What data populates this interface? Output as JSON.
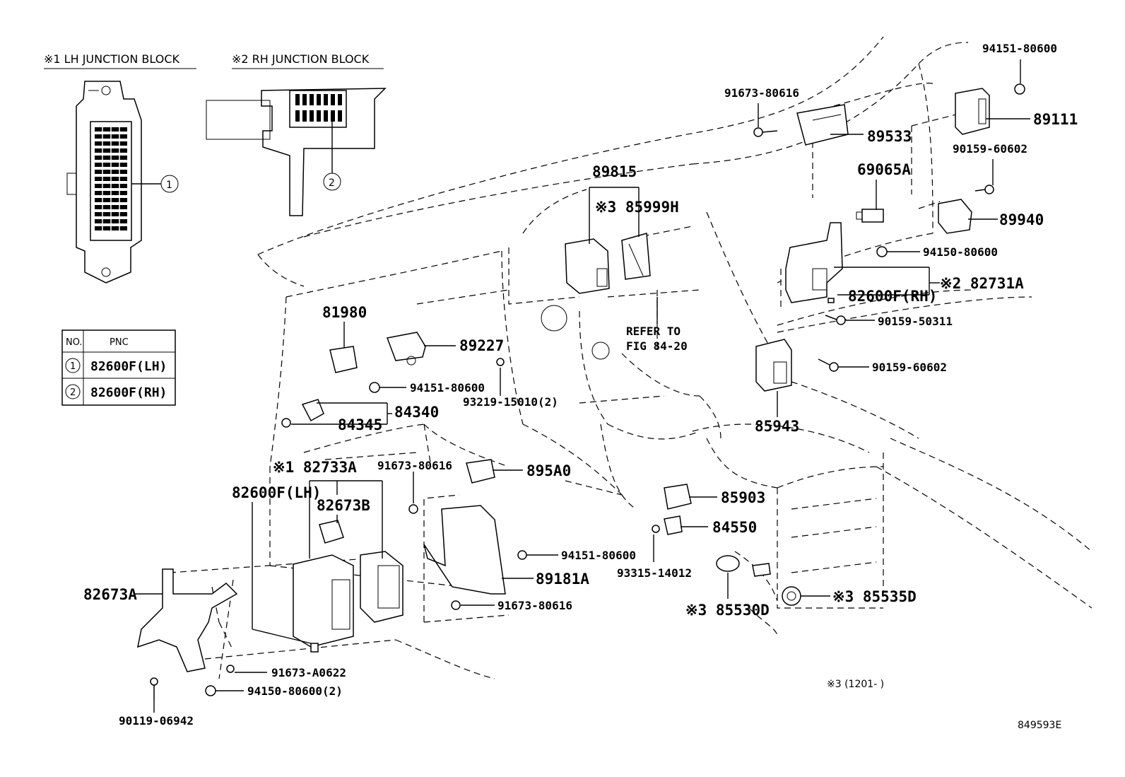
{
  "junction_blocks": {
    "lh_title": "※1 LH JUNCTION BLOCK",
    "rh_title": "※2 RH JUNCTION BLOCK",
    "lh_callout": "1",
    "rh_callout": "2"
  },
  "pnc_table": {
    "header_no": "NO.",
    "header_pnc": "PNC",
    "rows": [
      {
        "no": "1",
        "pnc": "82600F(LH)"
      },
      {
        "no": "2",
        "pnc": "82600F(RH)"
      }
    ]
  },
  "parts": {
    "p94151_80600_top": "94151-80600",
    "p91673_80616_top": "91673-80616",
    "p89111": "89111",
    "p89533": "89533",
    "p90159_60602_top": "90159-60602",
    "p69065a": "69065A",
    "p89815": "89815",
    "p85999h": "※3 85999H",
    "p89940": "89940",
    "p94150_80600": "94150-80600",
    "p82731a": "※2 82731A",
    "p82600f_rh": "82600F(RH)",
    "p90159_50311": "90159-50311",
    "p90159_60602_mid": "90159-60602",
    "p81980": "81980",
    "p89227": "89227",
    "refer_line1": "REFER TO",
    "refer_line2": "FIG 84-20",
    "p94151_80600_mid": "94151-80600",
    "p93219_15010": "93219-15010(2)",
    "p84340": "84340",
    "p84345": "84345",
    "p85943": "85943",
    "p82733a": "※1 82733A",
    "p91673_80616_mid": "91673-80616",
    "p895a0": "895A0",
    "p82600f_lh": "82600F(LH)",
    "p82673b": "82673B",
    "p85903": "85903",
    "p84550": "84550",
    "p94151_80600_low": "94151-80600",
    "p89181a": "89181A",
    "p93315_14012": "93315-14012",
    "p82673a": "82673A",
    "p91673_80616_low": "91673-80616",
    "p85530d": "※3 85530D",
    "p85535d": "※3 85535D",
    "p91673_a0622": "91673-A0622",
    "p94150_80600_2": "94150-80600(2)",
    "p90119_06942": "90119-06942"
  },
  "footnote": "※3 (1201-     )",
  "figure_code": "849593E"
}
